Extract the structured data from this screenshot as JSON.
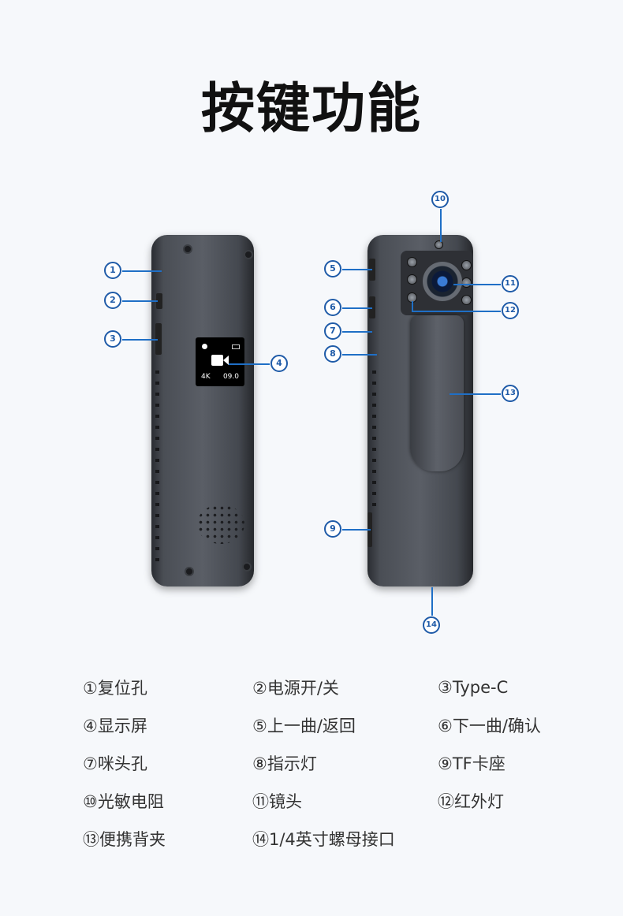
{
  "title": "按键功能",
  "screen": {
    "resolution": "4K",
    "time": "09.0"
  },
  "callouts": [
    "1",
    "2",
    "3",
    "4",
    "5",
    "6",
    "7",
    "8",
    "9",
    "10",
    "11",
    "12",
    "13",
    "14"
  ],
  "legend": [
    "①复位孔",
    "②电源开/关",
    "③Type-C",
    "④显示屏",
    "⑤上一曲/返回",
    "⑥下一曲/确认",
    "⑦咪头孔",
    "⑧指示灯",
    "⑨TF卡座",
    "⑩光敏电阻",
    "⑪镜头",
    "⑫红外灯",
    "⑬便携背夹",
    "⑭1/4英寸螺母接口"
  ],
  "colors": {
    "accent": "#1f5ba8",
    "background": "#f6f8fb"
  }
}
